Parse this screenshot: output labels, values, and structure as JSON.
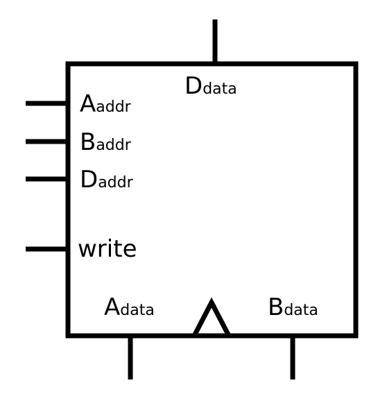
{
  "register_file": {
    "top_port": {
      "main": "D",
      "sub": "data"
    },
    "left_ports": [
      {
        "main": "A",
        "sub": "addr"
      },
      {
        "main": "B",
        "sub": "addr"
      },
      {
        "main": "D",
        "sub": "addr"
      }
    ],
    "write_label": "write",
    "bottom_ports": [
      {
        "main": "A",
        "sub": "data"
      },
      {
        "main": "B",
        "sub": "data"
      }
    ]
  },
  "colors": {
    "stroke": "#000000",
    "background": "#ffffff"
  }
}
